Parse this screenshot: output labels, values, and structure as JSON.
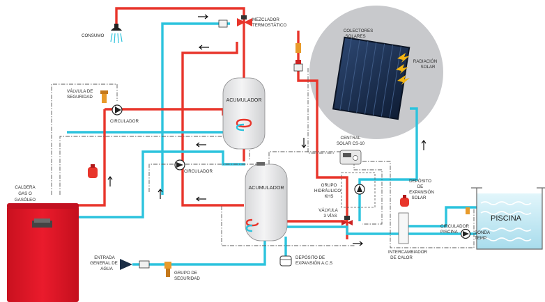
{
  "labels": {
    "consumo": "CONSUMO",
    "mezclador_1": "MEZCLADOR",
    "mezclador_2": "TERMOSTÁTICO",
    "colectores_1": "COLECTORES",
    "colectores_2": "SOLARES",
    "radiacion_1": "RADIACIÓN",
    "radiacion_2": "SOLAR",
    "valvula_seg_1": "VÁLVULA DE",
    "valvula_seg_2": "SEGURIDAD",
    "circulador_a": "CIRCULADOR",
    "circulador_b": "CIRCULADOR",
    "acumulador_a": "ACUMULADOR",
    "acumulador_b": "ACUMULADOR",
    "central_1": "CENTRAL",
    "central_2": "SOLAR CS-10",
    "grupo_hid_1": "GRUPO",
    "grupo_hid_2": "HIDRÁULICO",
    "grupo_hid_3": "KHS",
    "deposito_solar_1": "DEPÓSITO",
    "deposito_solar_2": "DE",
    "deposito_solar_3": "EXPANSIÓN",
    "deposito_solar_4": "SOLAR",
    "valvula3v_1": "VÁLVULA",
    "valvula3v_2": "3 VÍAS",
    "caldera_1": "CALDERA",
    "caldera_2": "GAS O",
    "caldera_3": "GASÓLEO",
    "piscina": "PISCINA",
    "circulador_piscina_1": "CIRCULADOR",
    "circulador_piscina_2": "PISCINA",
    "sonda_1": "SONDA",
    "sonda_2": "TEMP.",
    "intercambiador_1": "INTERCAMBIADOR",
    "intercambiador_2": "DE CALOR",
    "entrada_1": "ENTRADA",
    "entrada_2": "GENERAL DE",
    "entrada_3": "AGUA",
    "grupo_seg_1": "GRUPO DE",
    "grupo_seg_2": "SEGURIDAD",
    "deposito_acs_1": "DEPÓSITO DE",
    "deposito_acs_2": "EXPANSIÓN A.C.S"
  },
  "colors": {
    "hot_pipe": "#e8352b",
    "cold_pipe": "#2cc3dd",
    "boiler": "#e8192c",
    "tank": "#e9e9ea",
    "pool": "#cdeef6",
    "collector": "#1c2f4f",
    "sun_disc": "#c8c9cc"
  },
  "icons": [
    "shower-head-icon",
    "sun-ray-icon",
    "pump-icon",
    "valve-icon",
    "expansion-vessel-icon"
  ]
}
